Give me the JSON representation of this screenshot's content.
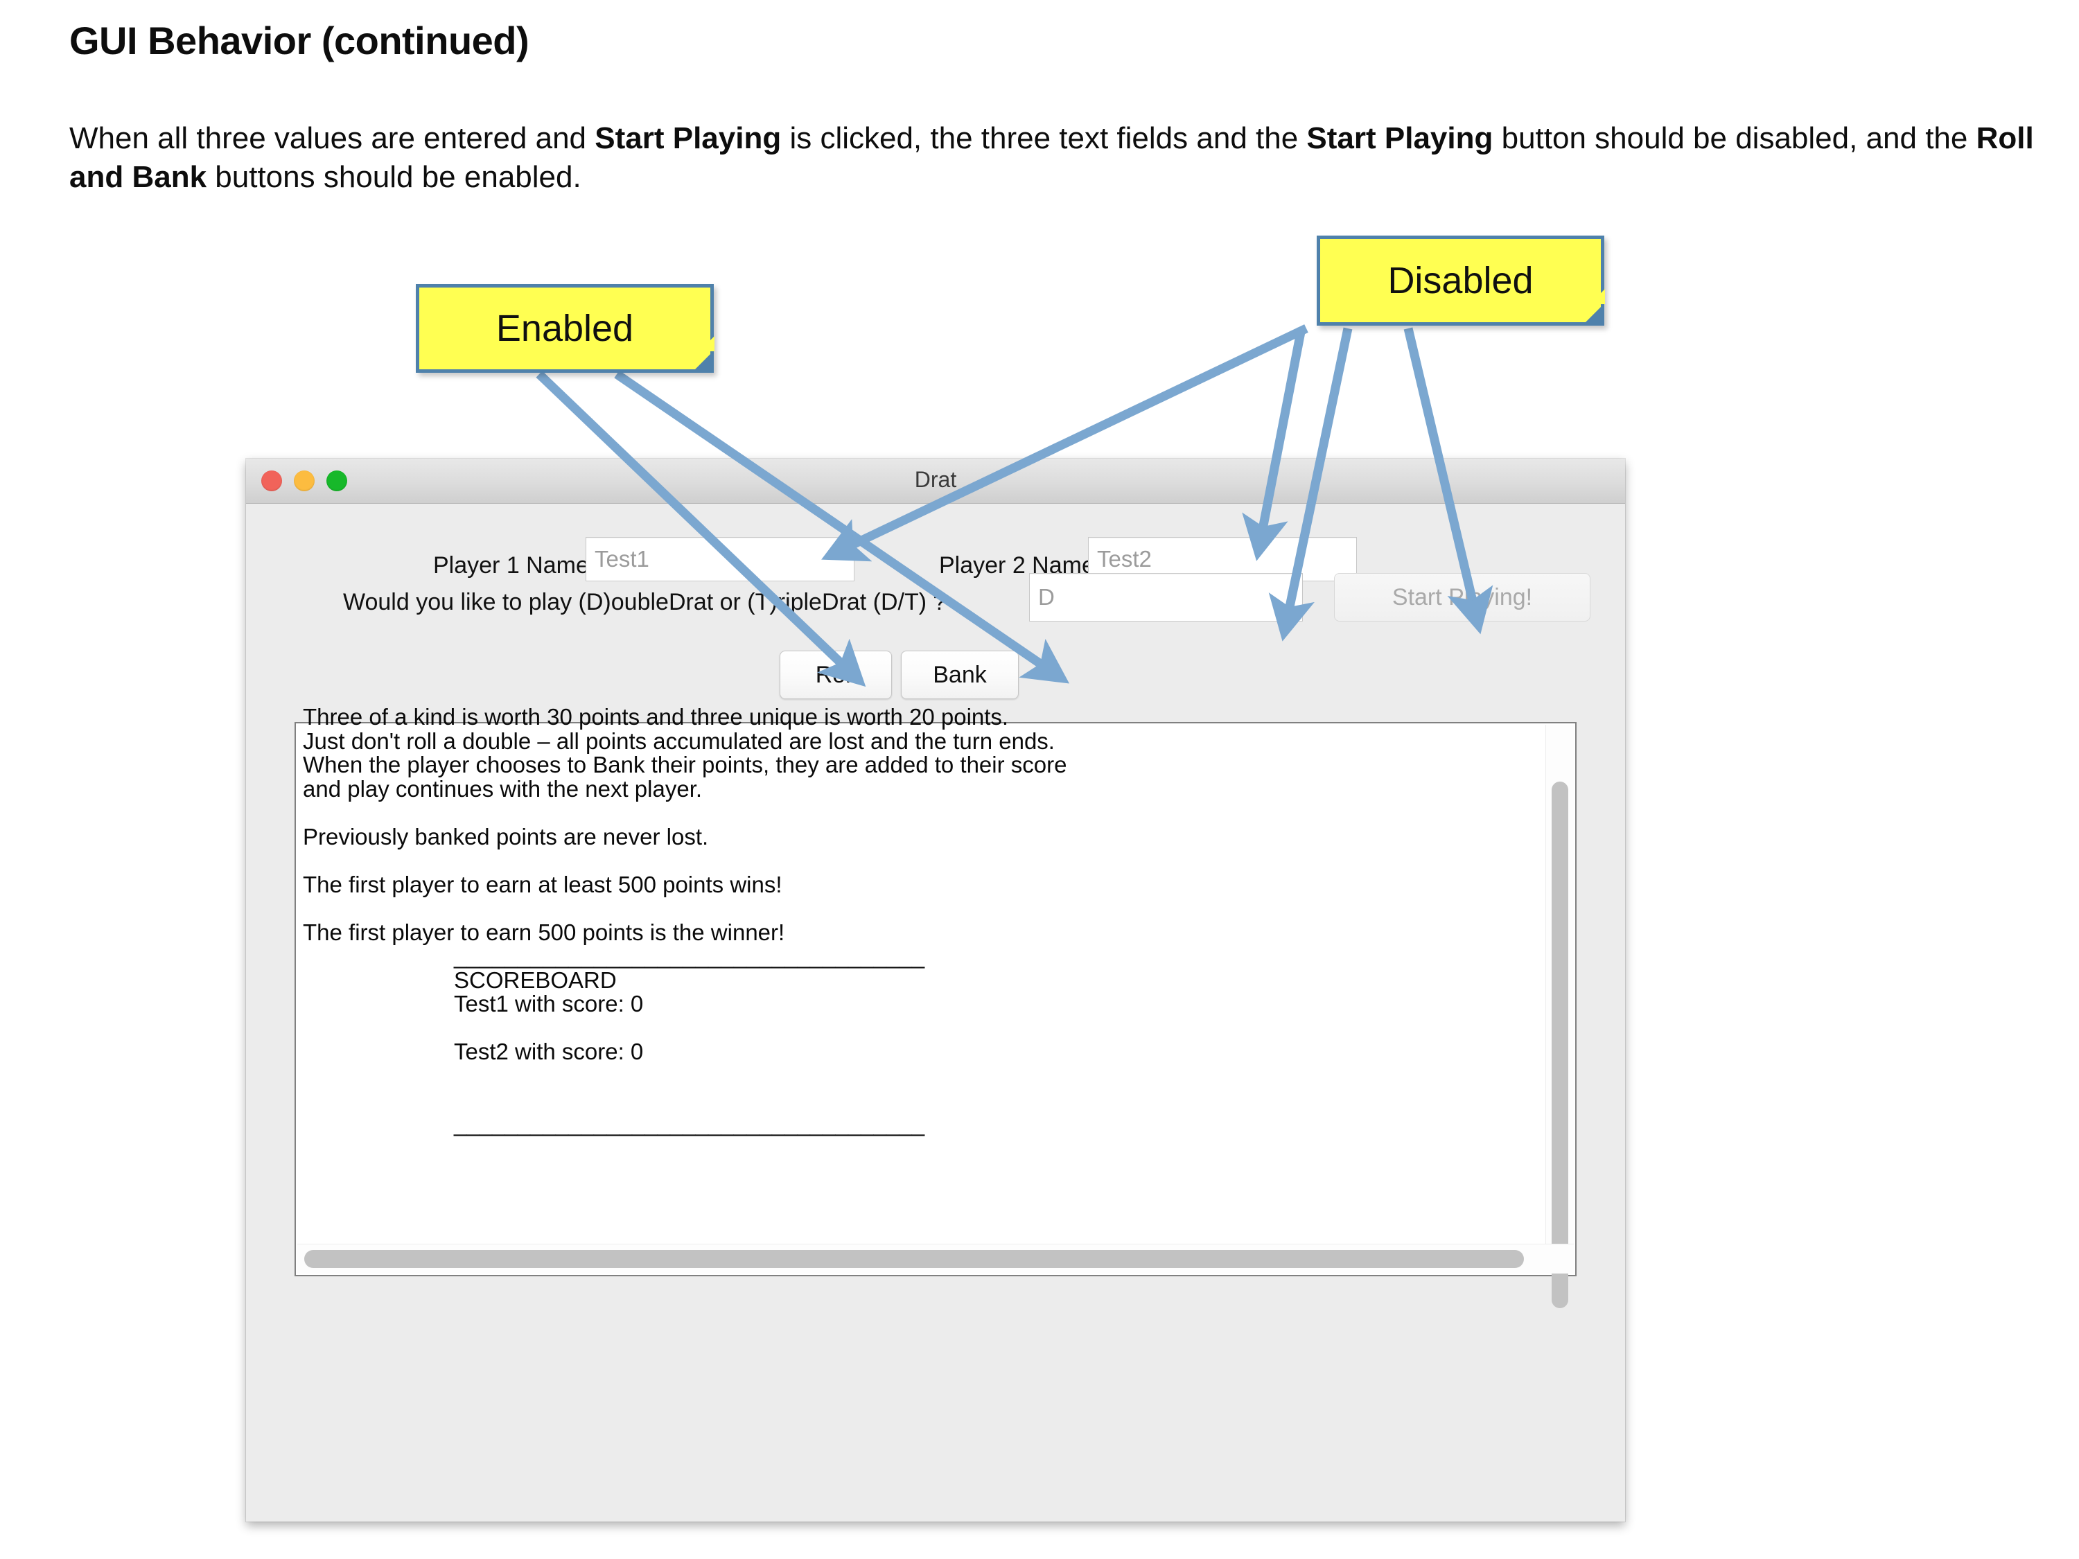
{
  "slide": {
    "title": "GUI Behavior (continued)",
    "body_prefix": "When all three values are entered and ",
    "body_bold_1": "Start Playing",
    "body_mid_1": " is clicked, the three text fields and the ",
    "body_bold_2": "Start Playing",
    "body_mid_2": " button should be disabled, and the ",
    "body_bold_3": "Roll and Bank",
    "body_suffix": " buttons should be enabled."
  },
  "callouts": {
    "enabled": {
      "label": "Enabled"
    },
    "disabled": {
      "label": "Disabled"
    },
    "fill_color": "#ffff52",
    "border_color": "#4f81ab",
    "arrow_color": "#7ba7d0"
  },
  "window": {
    "title": "Drat",
    "traffic_lights": {
      "close": {
        "name": "close",
        "color": "#f1635a"
      },
      "minimize": {
        "name": "minimize",
        "color": "#fcbc40"
      },
      "zoom": {
        "name": "zoom",
        "color": "#17b82a"
      }
    }
  },
  "form": {
    "player1_label": "Player 1 Name:",
    "player1_value": "Test1",
    "player2_label": "Player 2 Name:",
    "player2_value": "Test2",
    "mode_label": "Would you like to play (D)oubleDrat or (T)ripleDrat (D/T) ?",
    "mode_value": "D",
    "start_button": "Start Playing!",
    "roll_button": "Roll",
    "bank_button": "Bank"
  },
  "log": {
    "lines": "Three of a kind is worth 30 points and three unique is worth 20 points.\nJust don't roll a double – all points accumulated are lost and the turn ends.\nWhen the player chooses to Bank their points, they are added to their score\nand play continues with the next player.\n\nPreviously banked points are never lost.\n\nThe first player to earn at least 500 points wins!\n\nThe first player to earn 500 points is the winner!\n",
    "scoreboard_rule_top": "_____________________________________",
    "scoreboard_heading": "SCOREBOARD",
    "scoreboard_rows": [
      "Test1 with score: 0",
      "",
      "Test2 with score: 0",
      "",
      ""
    ],
    "scoreboard_rule_bottom": "_____________________________________"
  }
}
